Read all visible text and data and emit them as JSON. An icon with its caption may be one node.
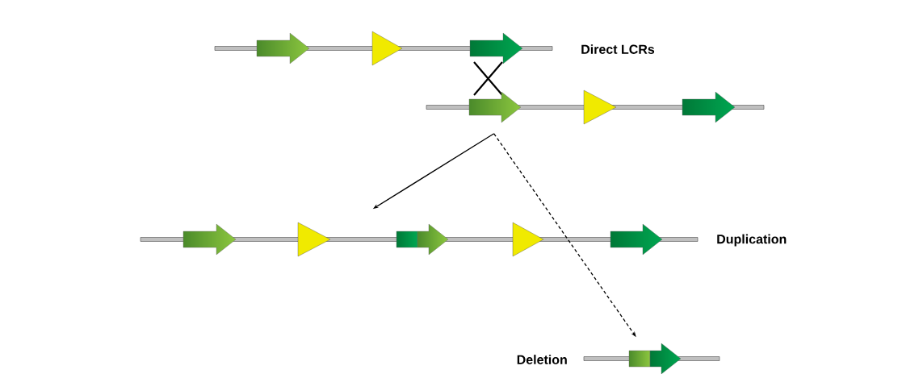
{
  "diagram": {
    "nodes": [
      {
        "text": [],
        "shape": "bar",
        "beside": [
          "Direct LCRs"
        ]
      },
      {
        "text": [],
        "shape": "bar"
      },
      {
        "text": [],
        "shape": "bar",
        "beside": [
          "Duplication"
        ]
      },
      {
        "text": [],
        "shape": "bar",
        "beside": [
          "Deletion"
        ]
      }
    ],
    "edges": [
      {
        "from": 1,
        "to": 2,
        "arrow": "to"
      },
      {
        "from": 1,
        "to": 3,
        "arrow": "to",
        "style": "dashed"
      }
    ]
  }
}
